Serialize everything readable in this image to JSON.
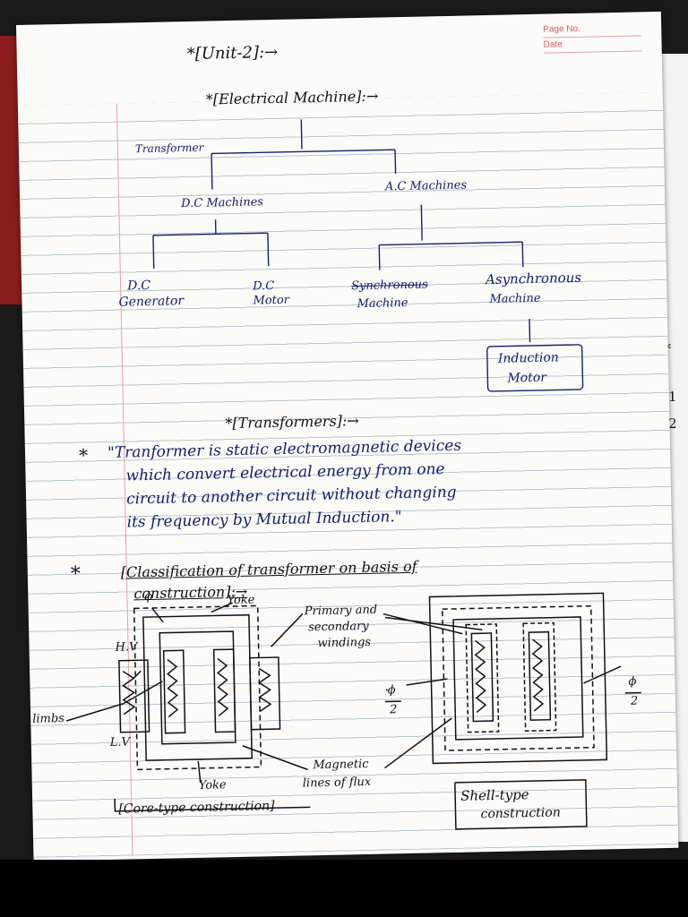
{
  "header": {
    "page_no": "Page No.",
    "date": "Date"
  },
  "unit_title": "*[Unit-2]:→",
  "section1": {
    "title": "*[Electrical Machine]:→"
  },
  "tree": {
    "transformer": "Transformer",
    "dc": "D.C Machines",
    "ac": "A.C Machines",
    "dc_generator": [
      "D.C",
      "Generator"
    ],
    "dc_motor": [
      "D.C",
      "Motor"
    ],
    "sync": [
      "Synchronous",
      "Machine"
    ],
    "async": [
      "Asynchronous",
      "Machine"
    ],
    "induction": [
      "Induction",
      "Motor"
    ]
  },
  "section2": {
    "title": "*[Transformers]:→"
  },
  "definition": {
    "star": "*",
    "lines": [
      "\"Tranformer is static electromagnetic devices",
      "which convert electrical energy from one",
      "circuit to another circuit without changing",
      "its frequency by Mutual Induction.\""
    ]
  },
  "classification": {
    "star": "*",
    "lines": [
      "[Classification of transformer on basis of",
      "construction]:→"
    ]
  },
  "core_diagram": {
    "phi": "ϕ",
    "yoke_top": "Yoke",
    "hv": "H.V",
    "lv": "L.V",
    "limbs": "limbs",
    "yoke_bottom": "Yoke",
    "caption": "[Core-type construction]"
  },
  "middle_labels": {
    "primary": [
      "Primary and",
      "secondary",
      "windings"
    ],
    "magnetic": [
      "Magnetic",
      "lines of flux"
    ]
  },
  "shell_diagram": {
    "phi_left": "ϕ",
    "half_left": "2",
    "phi_right": "ϕ",
    "half_right": "2",
    "caption": [
      "Shell-type",
      "construction"
    ]
  },
  "next_page_marks": [
    "*",
    "*",
    "1",
    "2"
  ]
}
